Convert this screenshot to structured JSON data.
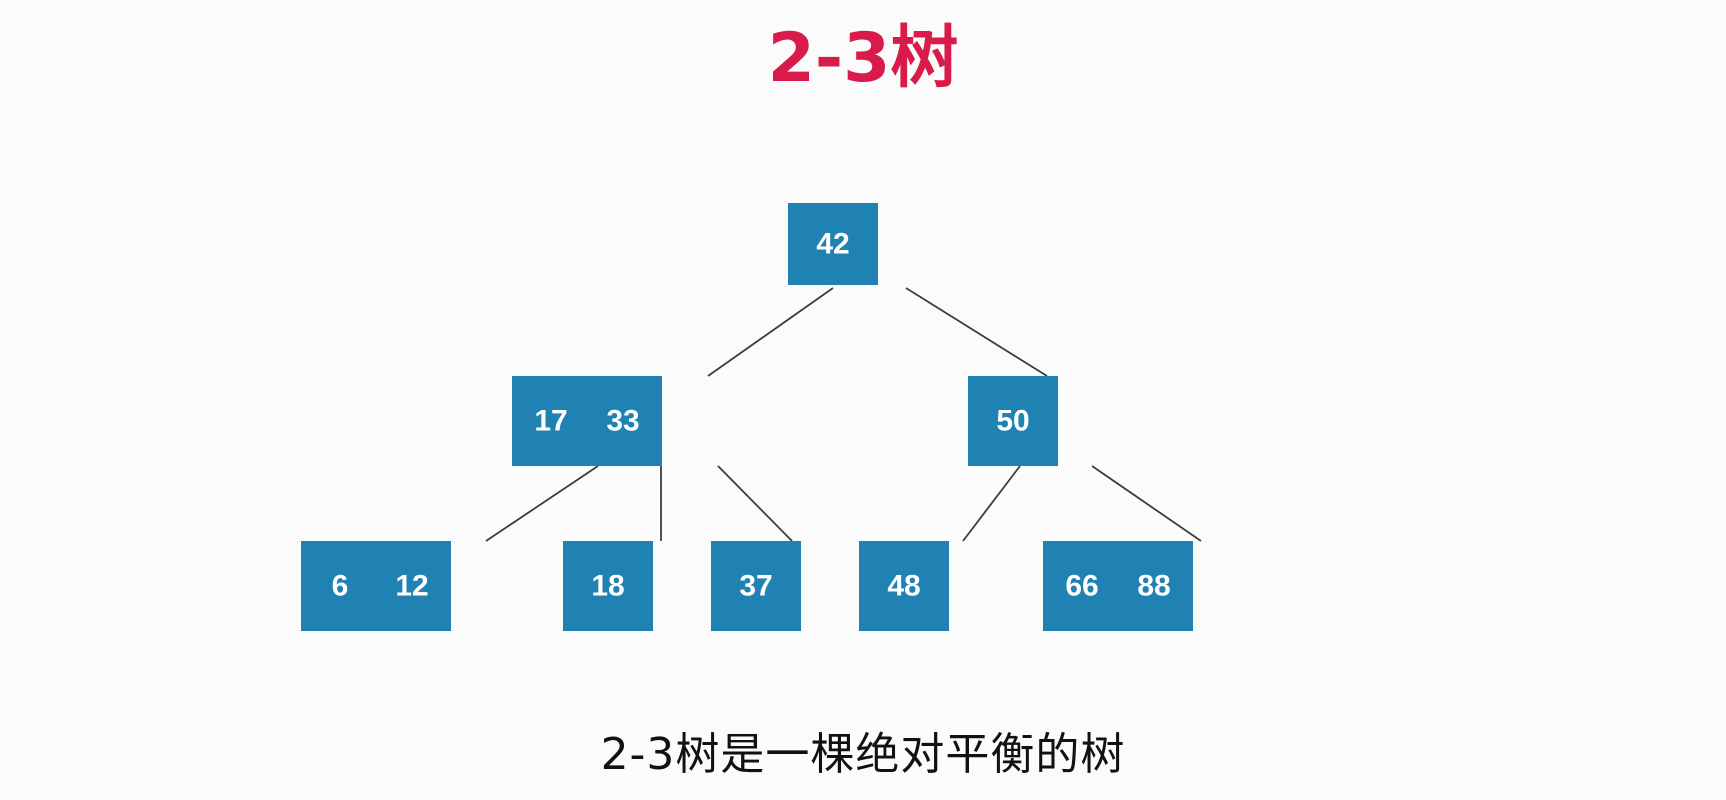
{
  "title": "2-3树",
  "caption": "2-3树是一棵绝对平衡的树",
  "colors": {
    "title": "#d81b4a",
    "node_fill": "#1f82b3",
    "node_text": "#ffffff",
    "edge": "#3d3d3d"
  },
  "tree": {
    "nodes": [
      {
        "id": "n42",
        "keys": [
          "42"
        ]
      },
      {
        "id": "n17_33",
        "keys": [
          "17",
          "33"
        ]
      },
      {
        "id": "n50",
        "keys": [
          "50"
        ]
      },
      {
        "id": "n6_12",
        "keys": [
          "6",
          "12"
        ]
      },
      {
        "id": "n18",
        "keys": [
          "18"
        ]
      },
      {
        "id": "n37",
        "keys": [
          "37"
        ]
      },
      {
        "id": "n48",
        "keys": [
          "48"
        ]
      },
      {
        "id": "n66_88",
        "keys": [
          "66",
          "88"
        ]
      }
    ],
    "edges": [
      {
        "from": "n42",
        "to": "n17_33"
      },
      {
        "from": "n42",
        "to": "n50"
      },
      {
        "from": "n17_33",
        "to": "n6_12"
      },
      {
        "from": "n17_33",
        "to": "n18"
      },
      {
        "from": "n17_33",
        "to": "n37"
      },
      {
        "from": "n50",
        "to": "n48"
      },
      {
        "from": "n50",
        "to": "n66_88"
      }
    ]
  }
}
